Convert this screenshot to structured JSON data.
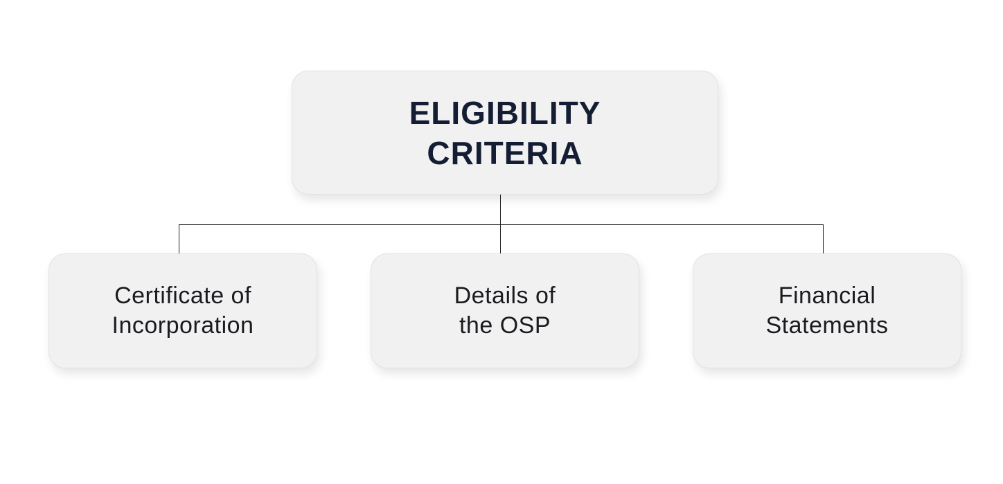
{
  "root": {
    "label": "ELIGIBILITY CRITERIA"
  },
  "children": [
    {
      "label": "Certificate of Incorporation"
    },
    {
      "label": "Details of the OSP"
    },
    {
      "label": "Financial Statements"
    }
  ]
}
